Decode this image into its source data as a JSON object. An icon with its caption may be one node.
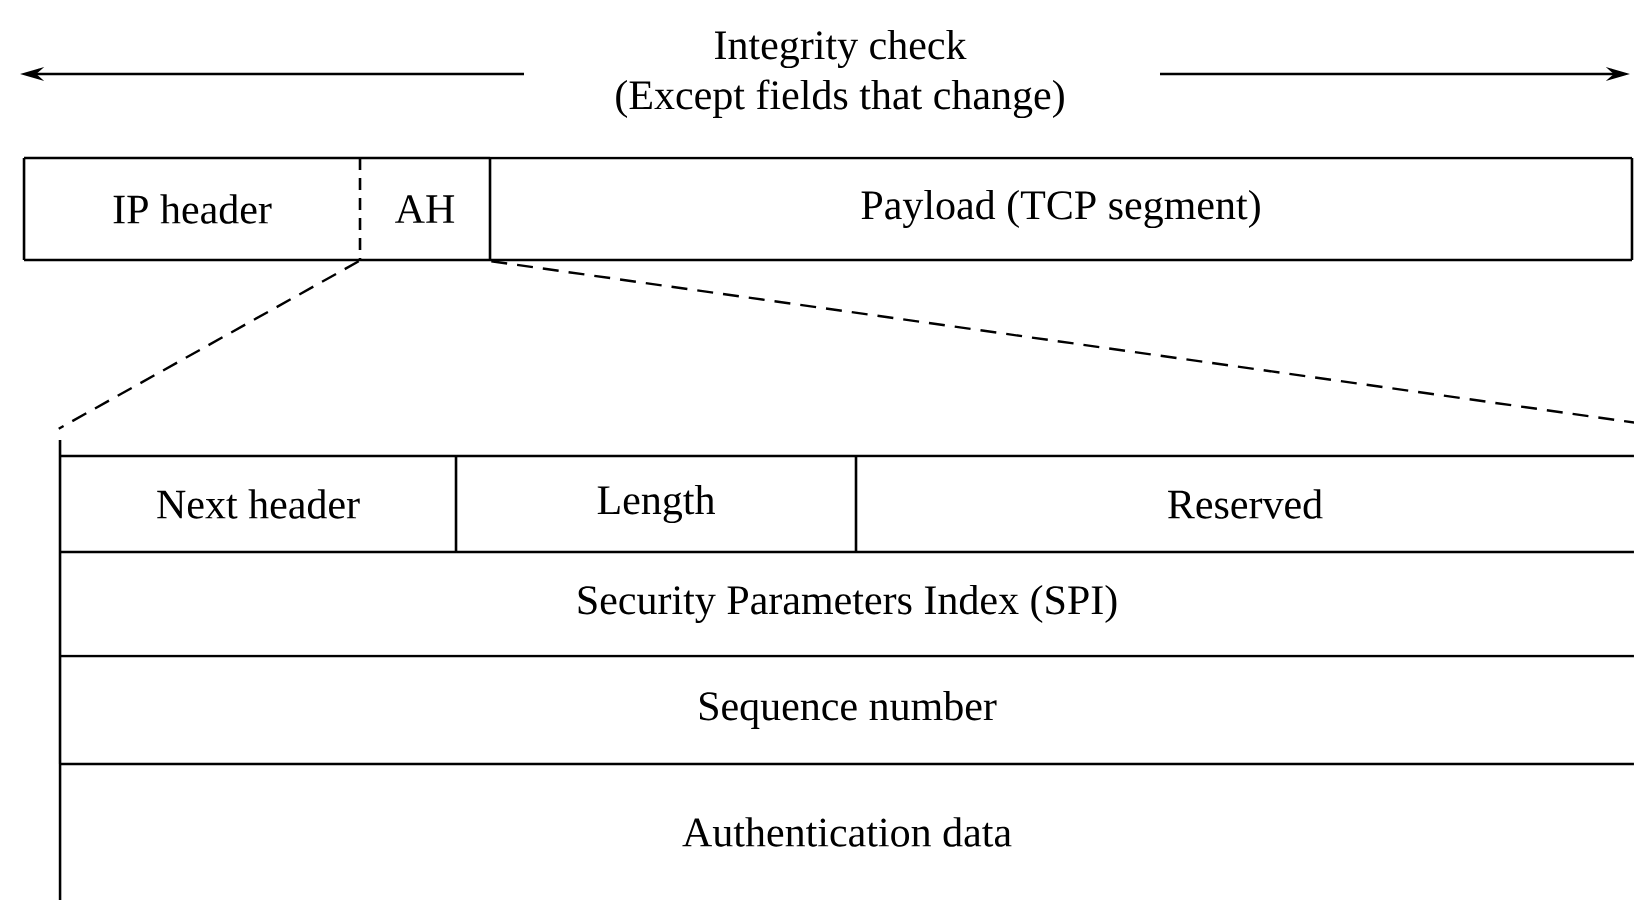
{
  "diagram": {
    "nodes": [
      {
        "text": [
          "IP header"
        ]
      },
      {
        "text": [
          "AH"
        ]
      },
      {
        "text": [
          "Payload (TCP segment)"
        ]
      },
      {
        "text": [
          "Next header"
        ]
      },
      {
        "text": [
          "Length"
        ]
      },
      {
        "text": [
          "Reserved"
        ]
      },
      {
        "text": [
          "Security Parameters Index (SPI)"
        ]
      },
      {
        "text": [
          "Sequence number"
        ]
      },
      {
        "text": [
          "Authentication data"
        ]
      }
    ],
    "edges": [
      {
        "from": 1,
        "to": 3,
        "arrow": "none",
        "style": "dashed"
      },
      {
        "from": 1,
        "to": 5,
        "arrow": "none",
        "style": "dashed"
      }
    ],
    "labels": [
      "Integrity check (Except fields that change)"
    ]
  }
}
